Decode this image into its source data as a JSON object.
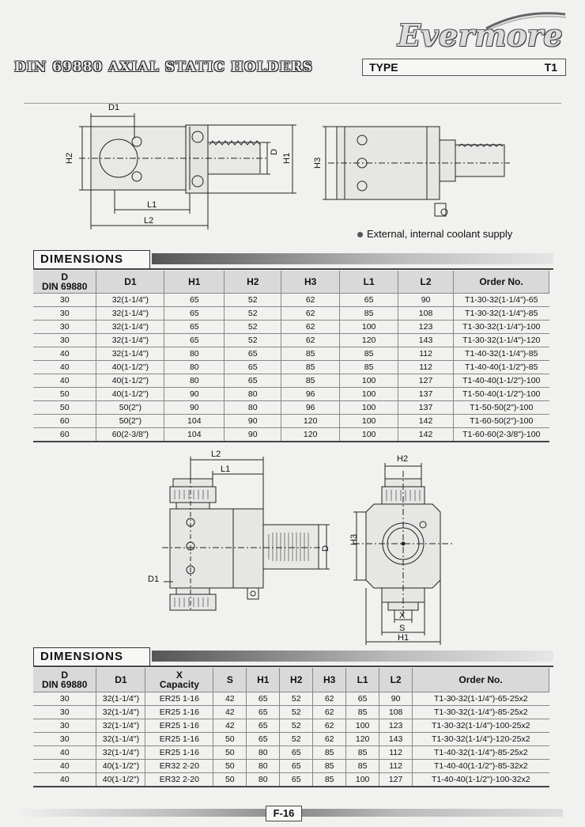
{
  "header": {
    "brand": "Evermore",
    "title": "DIN 69880 AXIAL STATIC HOLDERS",
    "type_label": "TYPE",
    "type_value": "T1"
  },
  "drawing1": {
    "labels": {
      "d1": "D1",
      "h2": "H2",
      "d": "D",
      "h1": "H1",
      "l1": "L1",
      "l2": "L2",
      "h3": "H3"
    },
    "note": "External, internal coolant supply"
  },
  "drawing2": {
    "labels": {
      "l2": "L2",
      "l1": "L1",
      "d": "D",
      "d1": "D1",
      "h2": "H2",
      "h3": "H3",
      "x": "X",
      "s": "S",
      "h1": "H1"
    }
  },
  "table1": {
    "section_title": "DIMENSIONS",
    "headers": [
      "D\nDIN 69880",
      "D1",
      "H1",
      "H2",
      "H3",
      "L1",
      "L2",
      "Order No."
    ],
    "rows": [
      [
        "30",
        "32(1-1/4\")",
        "65",
        "52",
        "62",
        "65",
        "90",
        "T1-30-32(1-1/4\")-65"
      ],
      [
        "30",
        "32(1-1/4\")",
        "65",
        "52",
        "62",
        "85",
        "108",
        "T1-30-32(1-1/4\")-85"
      ],
      [
        "30",
        "32(1-1/4\")",
        "65",
        "52",
        "62",
        "100",
        "123",
        "T1-30-32(1-1/4\")-100"
      ],
      [
        "30",
        "32(1-1/4\")",
        "65",
        "52",
        "62",
        "120",
        "143",
        "T1-30-32(1-1/4\")-120"
      ],
      [
        "40",
        "32(1-1/4\")",
        "80",
        "65",
        "85",
        "85",
        "112",
        "T1-40-32(1-1/4\")-85"
      ],
      [
        "40",
        "40(1-1/2\")",
        "80",
        "65",
        "85",
        "85",
        "112",
        "T1-40-40(1-1/2\")-85"
      ],
      [
        "40",
        "40(1-1/2\")",
        "80",
        "65",
        "85",
        "100",
        "127",
        "T1-40-40(1-1/2\")-100"
      ],
      [
        "50",
        "40(1-1/2\")",
        "90",
        "80",
        "96",
        "100",
        "137",
        "T1-50-40(1-1/2\")-100"
      ],
      [
        "50",
        "50(2\")",
        "90",
        "80",
        "96",
        "100",
        "137",
        "T1-50-50(2\")-100"
      ],
      [
        "60",
        "50(2\")",
        "104",
        "90",
        "120",
        "100",
        "142",
        "T1-60-50(2\")-100"
      ],
      [
        "60",
        "60(2-3/8\")",
        "104",
        "90",
        "120",
        "100",
        "142",
        "T1-60-60(2-3/8\")-100"
      ]
    ]
  },
  "table2": {
    "section_title": "DIMENSIONS",
    "headers": [
      "D\nDIN 69880",
      "D1",
      "X\nCapacity",
      "S",
      "H1",
      "H2",
      "H3",
      "L1",
      "L2",
      "Order No."
    ],
    "rows": [
      [
        "30",
        "32(1-1/4\")",
        "ER25   1-16",
        "42",
        "65",
        "52",
        "62",
        "65",
        "90",
        "T1-30-32(1-1/4\")-65-25x2"
      ],
      [
        "30",
        "32(1-1/4\")",
        "ER25   1-16",
        "42",
        "65",
        "52",
        "62",
        "85",
        "108",
        "T1-30-32(1-1/4\")-85-25x2"
      ],
      [
        "30",
        "32(1-1/4\")",
        "ER25   1-16",
        "42",
        "65",
        "52",
        "62",
        "100",
        "123",
        "T1-30-32(1-1/4\")-100-25x2"
      ],
      [
        "30",
        "32(1-1/4\")",
        "ER25   1-16",
        "50",
        "65",
        "52",
        "62",
        "120",
        "143",
        "T1-30-32(1-1/4\")-120-25x2"
      ],
      [
        "40",
        "32(1-1/4\")",
        "ER25   1-16",
        "50",
        "80",
        "65",
        "85",
        "85",
        "112",
        "T1-40-32(1-1/4\")-85-25x2"
      ],
      [
        "40",
        "40(1-1/2\")",
        "ER32   2-20",
        "50",
        "80",
        "65",
        "85",
        "85",
        "112",
        "T1-40-40(1-1/2\")-85-32x2"
      ],
      [
        "40",
        "40(1-1/2\")",
        "ER32   2-20",
        "50",
        "80",
        "65",
        "85",
        "100",
        "127",
        "T1-40-40(1-1/2\")-100-32x2"
      ]
    ]
  },
  "footer": {
    "page": "F-16"
  }
}
